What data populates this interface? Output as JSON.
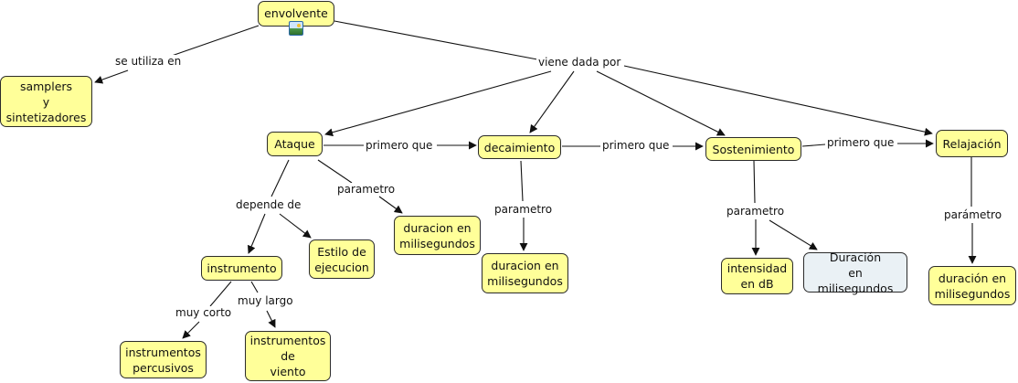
{
  "concepts": {
    "envolvente": "envolvente",
    "samplers": "samplers\ny\nsintetizadores",
    "ataque": "Ataque",
    "decaimiento": "decaimiento",
    "sostenimiento": "Sostenimiento",
    "relajacion": "Relajación",
    "instrumento": "instrumento",
    "estilo": "Estilo de\nejecucion",
    "dur_ataque": "duracion en\nmilisegundos",
    "dur_decaimiento": "duracion en\nmilisegundos",
    "intensidad": "intensidad\nen dB",
    "dur_sostenimiento": "Duración\nen milisegundos",
    "dur_relajacion": "duración en\nmilisegundos",
    "percusivos": "instrumentos\npercusivos",
    "viento": "instrumentos\nde\nviento"
  },
  "linking_phrases": {
    "se_utiliza_en": "se utiliza en",
    "viene_dada_por": "viene dada por",
    "primero_que_1": "primero que",
    "primero_que_2": "primero que",
    "primero_que_3": "primero que",
    "depende_de": "depende de",
    "parametro_ataque": "parametro",
    "parametro_decaimiento": "parametro",
    "parametro_sostenimiento": "parametro",
    "parametro_relajacion": "parámetro",
    "muy_corto": "muy corto",
    "muy_largo": "muy largo"
  },
  "icons": {
    "envolvente_attachment": "image-icon"
  },
  "colors": {
    "concept_fill": "#ffff99",
    "concept_alt_fill": "#eaf1f5",
    "line": "#111111"
  }
}
